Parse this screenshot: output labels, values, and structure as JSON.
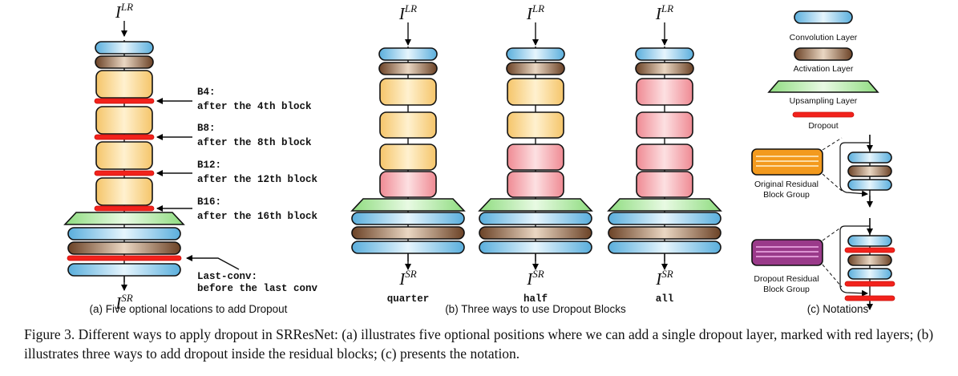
{
  "io": {
    "input_base": "I",
    "input_sup": "LR",
    "output_base": "I",
    "output_sup": "SR"
  },
  "panel_a": {
    "caption": "(a) Five optional locations to add Dropout",
    "labels": [
      {
        "title": "B4:",
        "desc": "after the 4th block"
      },
      {
        "title": "B8:",
        "desc": "after the 8th block"
      },
      {
        "title": "B12:",
        "desc": "after the 12th block"
      },
      {
        "title": "B16:",
        "desc": "after the 16th block"
      },
      {
        "title": "Last-conv:",
        "desc": "before the last conv"
      }
    ]
  },
  "panel_b": {
    "caption": "(b) Three ways to use Dropout Blocks",
    "columns": [
      {
        "label": "quarter",
        "blocks": [
          "original",
          "original",
          "original",
          "dropout"
        ]
      },
      {
        "label": "half",
        "blocks": [
          "original",
          "original",
          "dropout",
          "dropout"
        ]
      },
      {
        "label": "all",
        "blocks": [
          "dropout",
          "dropout",
          "dropout",
          "dropout"
        ]
      }
    ]
  },
  "panel_c": {
    "caption": "(c) Notations",
    "legend": [
      {
        "label": "Convolution Layer",
        "icon": "conv-layer-icon"
      },
      {
        "label": "Activation Layer",
        "icon": "activation-layer-icon"
      },
      {
        "label": "Upsampling Layer",
        "icon": "upsampling-layer-icon"
      },
      {
        "label": "Dropout",
        "icon": "dropout-layer-icon"
      }
    ],
    "group_original": [
      "Original Residual",
      "Block Group"
    ],
    "group_dropout": [
      "Dropout Residual",
      "Block Group"
    ]
  },
  "colors": {
    "conv": "#bfe3f7",
    "conv_dark": "#5aaedc",
    "act": "#c9a585",
    "act_dark": "#6b4226",
    "block_orig": "#fde3a6",
    "block_drop": "#f8b4b8",
    "upsample": "#c7efbc",
    "dropout": "#f2221c",
    "group_orig": "#f39a1e",
    "group_drop": "#9a3a8a"
  },
  "figure_caption": "Figure 3. Different ways to apply dropout in SRResNet: (a) illustrates five optional positions where we can add a single dropout layer, marked with red layers; (b) illustrates three ways to add dropout inside the residual blocks; (c) presents the notation."
}
